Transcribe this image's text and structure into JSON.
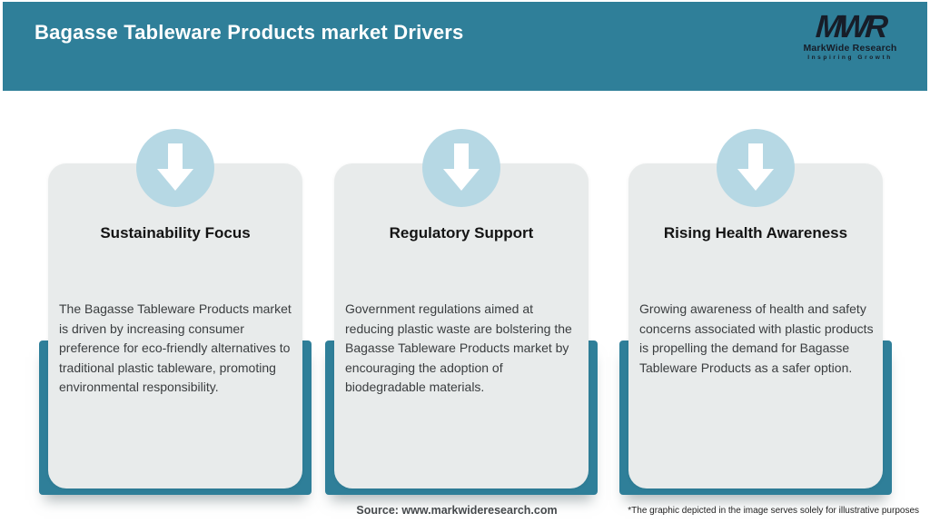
{
  "header": {
    "title": "Bagasse Tableware Products market Drivers",
    "logo": {
      "monogram": "MWR",
      "name": "MarkWide Research",
      "tagline": "Inspiring Growth"
    }
  },
  "cards": [
    {
      "icon": "down-arrow-icon",
      "title": "Sustainability Focus",
      "body": "The Bagasse Tableware Products market is driven by increasing consumer preference for eco-friendly alternatives to traditional plastic tableware, promoting environmental responsibility."
    },
    {
      "icon": "down-arrow-icon",
      "title": "Regulatory Support",
      "body": "Government regulations aimed at reducing plastic waste are bolstering the Bagasse Tableware Products market by encouraging the adoption of biodegradable materials."
    },
    {
      "icon": "down-arrow-icon",
      "title": "Rising Health Awareness",
      "body": "Growing awareness of health and safety concerns associated with plastic products is propelling the demand for Bagasse Tableware Products as a safer option."
    }
  ],
  "footer": {
    "source": "Source: www.markwideresearch.com",
    "disclaimer": "*The graphic depicted in the image serves solely for illustrative purposes"
  },
  "colors": {
    "teal": "#2f7f99",
    "circle_blue": "#b6d8e4",
    "card_bg": "#e8ebeb",
    "logo_dark": "#171d28"
  }
}
